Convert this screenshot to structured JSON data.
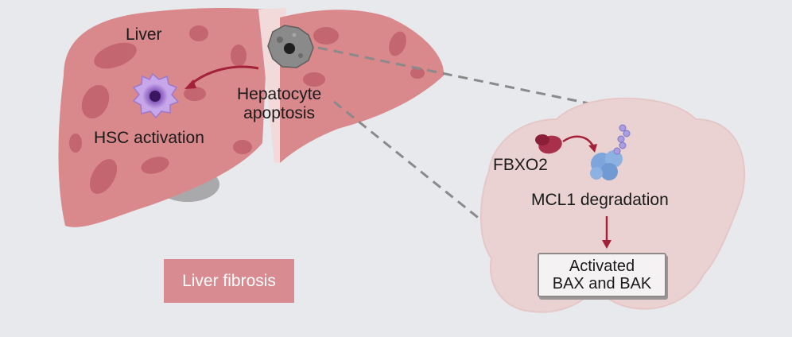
{
  "labels": {
    "liver": "Liver",
    "hsc_activation": "HSC activation",
    "hepatocyte_line1": "Hepatocyte",
    "hepatocyte_line2": "apoptosis",
    "fbxo2": "FBXO2",
    "mcl1_degradation": "MCL1 degradation",
    "activated_line1": "Activated",
    "activated_line2": "BAX and BAK",
    "liver_fibrosis": "Liver fibrosis"
  },
  "colors": {
    "background": "#e8e9ed",
    "liver": "#d9888c",
    "liver_lesion": "#c0616a",
    "zoom_cell": "#ead2d2",
    "arrow": "#a4213a",
    "fibrosis_box": "#d98b92",
    "hsc_cell": "#b48ad8",
    "apoptotic_cell": "#7a7a7a",
    "fbxo2": "#a8304a",
    "mcl1": "#7fa6dc"
  },
  "icons": [
    "hsc-cell-icon",
    "apoptotic-hepatocyte-icon",
    "fbxo2-protein-icon",
    "mcl1-protein-icon",
    "ubiquitin-chain-icon"
  ]
}
